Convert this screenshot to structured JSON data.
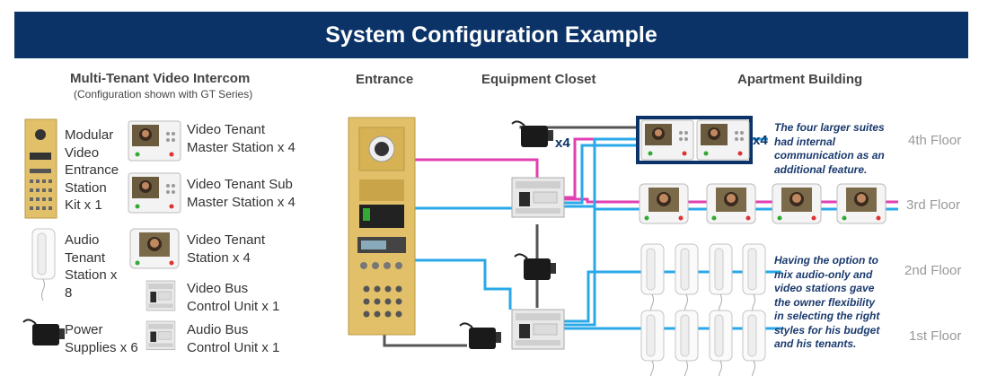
{
  "title": "System Configuration Example",
  "left_panel": {
    "heading": "Multi-Tenant Video Intercom",
    "subheading": "(Configuration shown with GT Series)",
    "items": [
      {
        "label": "Modular Video Entrance Station Kit x 1"
      },
      {
        "label": "Audio Tenant Station x 8"
      },
      {
        "label": "Power Supplies x 6"
      },
      {
        "label": "Video Tenant Master Station x 4"
      },
      {
        "label": "Video Tenant Sub Master Station x 4"
      },
      {
        "label": "Video Tenant Station x 4"
      },
      {
        "label": "Video Bus Control Unit x 1"
      },
      {
        "label": "Audio Bus Control Unit x 1"
      }
    ]
  },
  "columns": {
    "entrance": "Entrance",
    "equipment_closet": "Equipment Closet",
    "apartment_building": "Apartment Building"
  },
  "floors": [
    "4th Floor",
    "3rd Floor",
    "2nd Floor",
    "1st Floor"
  ],
  "quantity_badges": {
    "power_supply": "x4",
    "master_stations": "x4"
  },
  "notes": {
    "fourth_floor": "The four larger suites had internal communication as an additional feature.",
    "audio_video": "Having the option to mix audio-only and video stations gave the owner flexibility in selecting the right styles for his budget and his tenants."
  },
  "colors": {
    "banner": "#0b3367",
    "video_wire": "#e040b0",
    "audio_wire": "#2aa8e8",
    "power_wire": "#555555",
    "panel_gold": "#e2c06a"
  }
}
